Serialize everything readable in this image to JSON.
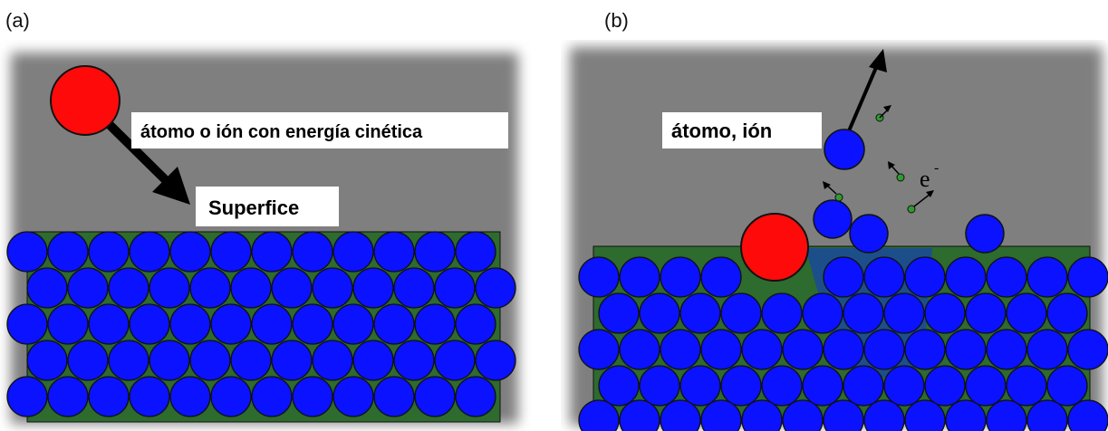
{
  "panels": {
    "a": {
      "label": "(a)",
      "incoming_text": "átomo o ión con energía cinética",
      "surface_text": "Superfice"
    },
    "b": {
      "label": "(b)",
      "ejected_text": "átomo, ión",
      "electron_text": "e",
      "electron_superscript": "-"
    }
  },
  "colors": {
    "background": "#7f7f7f",
    "atom": "#0a12ff",
    "projectile": "#ff0a0a",
    "lattice_fill": "#2e6b2e",
    "disturbed_fill": "#1c4f8a",
    "electron": "#2f9b2f",
    "label_box": "#ffffff"
  }
}
